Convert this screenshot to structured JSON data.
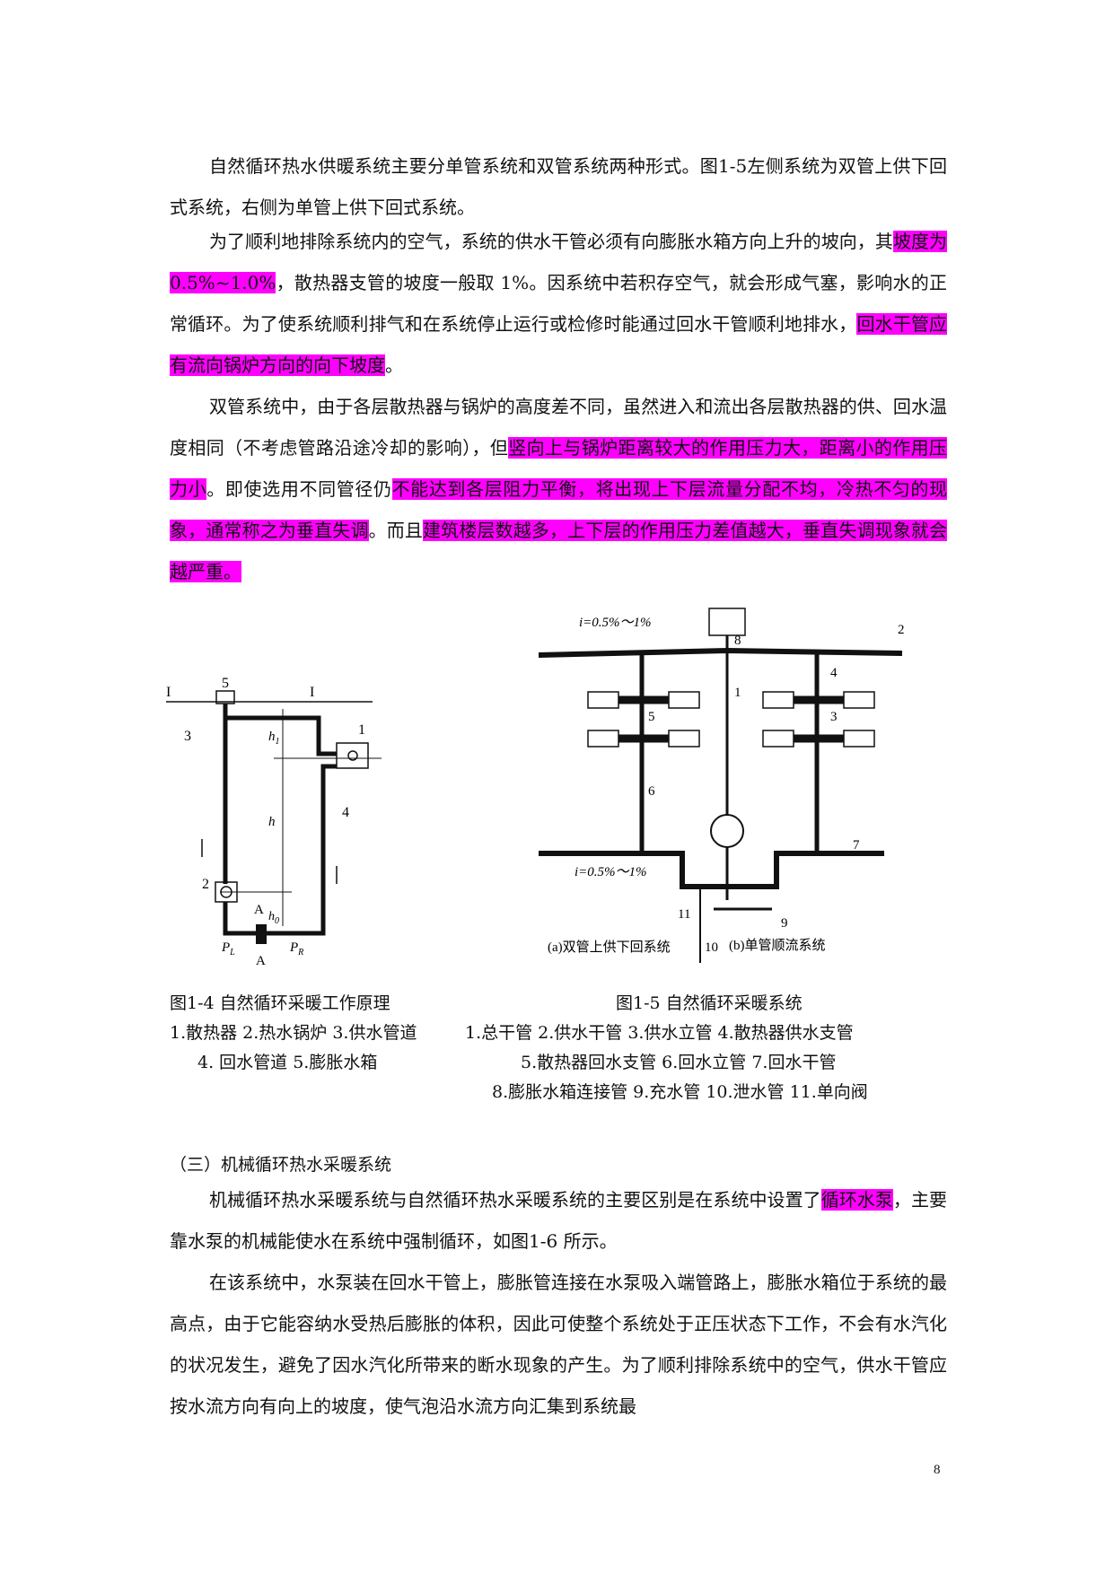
{
  "paragraphs": {
    "p1": {
      "t1": "自然循环热水供暖系统主要分单管系统和双管系统两种形式。图1-5左侧系统为双管上供下回式系统，右侧为单管上供下回式系统。"
    },
    "p2": {
      "t1": "为了顺利地排除系统内的空气，系统的供水干管必须有向膨胀水箱方向上升的坡向，其",
      "h1": "坡度为 0.5%~1.0%",
      "t2": "，散热器支管的坡度一般取 1%。因系统中若积存空气，就会形成气塞，影响水的正常循环。为了使系统顺利排气和在系统停止运行或检修时能通过回水干管顺利地排水，",
      "h2": "回水干管应有流向锅炉方向的向下坡度",
      "t3": "。"
    },
    "p3": {
      "t1": "双管系统中，由于各层散热器与锅炉的高度差不同，虽然进入和流出各层散热器的供、回水温度相同（不考虑管路沿途冷却的影响），但",
      "h1": "竖向上与锅炉距离较大的作用压力大，距离小的作用压力小",
      "t2": "。即使选用不同管径仍",
      "h2": "不能达到各层阻力平衡，将出现上下层流量分配不均，冷热不匀的现象，",
      "h3": "通常称之为垂直失调",
      "t3": "。而且",
      "h4": "建筑楼层数越多，上下层的作用压力差值越大，垂直失调现象就会越严重。"
    },
    "p4": {
      "t1": "机械循环热水采暖系统与自然循环热水采暖系统的主要区别是在系统中设置了",
      "h1": "循环水泵",
      "t2": "，主要靠水泵的机械能使水在系统中强制循环，如图1-6 所示。"
    },
    "p5": {
      "t1": "在该系统中，水泵装在回水干管上，膨胀管连接在水泵吸入端管路上，膨胀水箱位于系统的最高点，由于它能容纳水受热后膨胀的体积，因此可使整个系统处于正压状态下工作，不会有水汽化的状况发生，避免了因水汽化所带来的断水现象的产生。为了顺利排除系统中的空气，供水干管应按水流方向有向上的坡度，使气泡沿水流方向汇集到系统最"
    }
  },
  "figure14": {
    "caption": "图1-4  自然循环采暖工作原理",
    "legend1": "1.散热器  2.热水锅炉  3.供水管道",
    "legend2": "4.  回水管道  5.膨胀水箱",
    "labels": {
      "I1": "I",
      "I2": "I",
      "n5": "5",
      "n1": "1",
      "n2": "2",
      "n3": "3",
      "n4": "4",
      "h1": "h",
      "h1sub": "1",
      "h": "h",
      "h0": "h",
      "h0sub": "0",
      "A1": "A",
      "A2": "A",
      "PL": "P",
      "PLsub": "L",
      "PR": "P",
      "PRsub": "R"
    }
  },
  "figure15": {
    "caption": "图1-5  自然循环采暖系统",
    "legend1": "1.总干管  2.供水干管  3.供水立管  4.散热器供水支管",
    "legend2": "5.散热器回水支管  6.回水立管  7.回水干管",
    "legend3": "8.膨胀水箱连接管  9.充水管  10.泄水管  11.单向阀",
    "slope_top": "i=0.5%～1%",
    "slope_bottom": "i=0.5%～1%",
    "sub_a": "(a)双管上供下回系统",
    "sub_b": "(b)单管顺流系统",
    "labels": {
      "n1": "1",
      "n2": "2",
      "n3": "3",
      "n4": "4",
      "n5": "5",
      "n6": "6",
      "n7": "7",
      "n8": "8",
      "n9": "9",
      "n10": "10",
      "n11": "11"
    }
  },
  "heading3": "（三）机械循环热水采暖系统",
  "page_number": "8",
  "colors": {
    "highlight": "#ff00ff",
    "text": "#111111"
  }
}
